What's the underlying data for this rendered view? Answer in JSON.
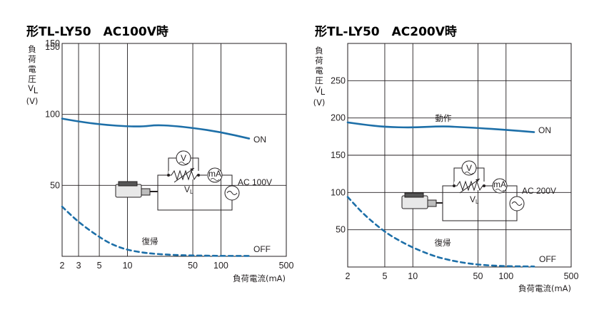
{
  "chart_data": [
    {
      "type": "line",
      "title": "形TL-LY50　AC100V時",
      "ylabel": [
        "負",
        "荷",
        "電",
        "圧",
        "V",
        "L",
        "(V)"
      ],
      "xlabel": "負荷電流(mA)",
      "xscale": "log",
      "xlim": [
        2,
        500
      ],
      "ylim": [
        0,
        150
      ],
      "xticks": [
        2,
        3,
        5,
        10,
        50,
        100,
        500
      ],
      "xtick_labels": [
        "2",
        "3",
        "5",
        "10",
        "50",
        "100",
        "500"
      ],
      "yticks": [
        50,
        100,
        150
      ],
      "ytick_labels": [
        "50",
        "100",
        "150"
      ],
      "grid_x": [
        2,
        3,
        5,
        10,
        50,
        100,
        500
      ],
      "grid_y": [
        50,
        100,
        150
      ],
      "series": [
        {
          "name": "ON",
          "style": "solid",
          "x": [
            2,
            3,
            5,
            10,
            15,
            20,
            30,
            50,
            100,
            200
          ],
          "y": [
            97,
            95,
            93,
            91.5,
            91.5,
            92.5,
            92,
            90.5,
            87.5,
            83
          ]
        },
        {
          "name": "OFF",
          "style": "dashed",
          "x": [
            2,
            3,
            5,
            7,
            10,
            15,
            20,
            30,
            50,
            100,
            200
          ],
          "y": [
            35,
            24,
            13.5,
            8,
            4.5,
            2.5,
            1.7,
            1,
            0.6,
            0.3,
            0.3
          ]
        }
      ],
      "annotations": [
        {
          "text": "ON",
          "x": 240,
          "y": 81
        },
        {
          "text": "OFF",
          "x": 230,
          "y": 5
        },
        {
          "text": "復帰",
          "x": 15,
          "y": 11
        }
      ],
      "circuit": {
        "source_label": "AC 100V",
        "meter_v": "V",
        "meter_ma": "mA",
        "load_label": "V",
        "load_sub": "L"
      }
    },
    {
      "type": "line",
      "title": "形TL-LY50　AC200V時",
      "ylabel": [
        "負",
        "荷",
        "電",
        "圧",
        "V",
        "L",
        "(V)"
      ],
      "xlabel": "負荷電流(mA)",
      "xscale": "log",
      "xlim": [
        2,
        500
      ],
      "ylim": [
        0,
        300
      ],
      "xticks": [
        2,
        5,
        10,
        50,
        100,
        500
      ],
      "xtick_labels": [
        "2",
        "5",
        "10",
        "50",
        "100",
        "500"
      ],
      "yticks": [
        50,
        100,
        150,
        200,
        250
      ],
      "ytick_labels": [
        "50",
        "100",
        "150",
        "200",
        "250"
      ],
      "grid_x": [
        2,
        5,
        10,
        50,
        100,
        500
      ],
      "grid_y": [
        50,
        100,
        150,
        200,
        250,
        300
      ],
      "series": [
        {
          "name": "ON",
          "style": "solid",
          "x": [
            2,
            3,
            5,
            10,
            20,
            30,
            50,
            100,
            200
          ],
          "y": [
            194,
            191,
            188,
            187,
            189,
            188,
            186.5,
            184,
            181
          ]
        },
        {
          "name": "OFF",
          "style": "dashed",
          "x": [
            2,
            3,
            5,
            7,
            10,
            15,
            20,
            30,
            50,
            100,
            200
          ],
          "y": [
            94,
            70,
            47,
            36,
            26,
            17,
            12,
            7,
            3,
            1,
            0.7
          ]
        }
      ],
      "annotations": [
        {
          "text": "ON",
          "x": 240,
          "y": 181
        },
        {
          "text": "動作",
          "x": 27,
          "y": 198
        },
        {
          "text": "OFF",
          "x": 240,
          "y": 6
        },
        {
          "text": "復帰",
          "x": 32,
          "y": 38
        }
      ],
      "circuit": {
        "source_label": "AC 200V",
        "meter_v": "V",
        "meter_ma": "mA",
        "load_label": "V",
        "load_sub": "L"
      }
    }
  ],
  "colors": {
    "on_line": "#1d6fa8",
    "off_line": "#1d6fa8",
    "grid": "#231f20",
    "text": "#231f20"
  }
}
